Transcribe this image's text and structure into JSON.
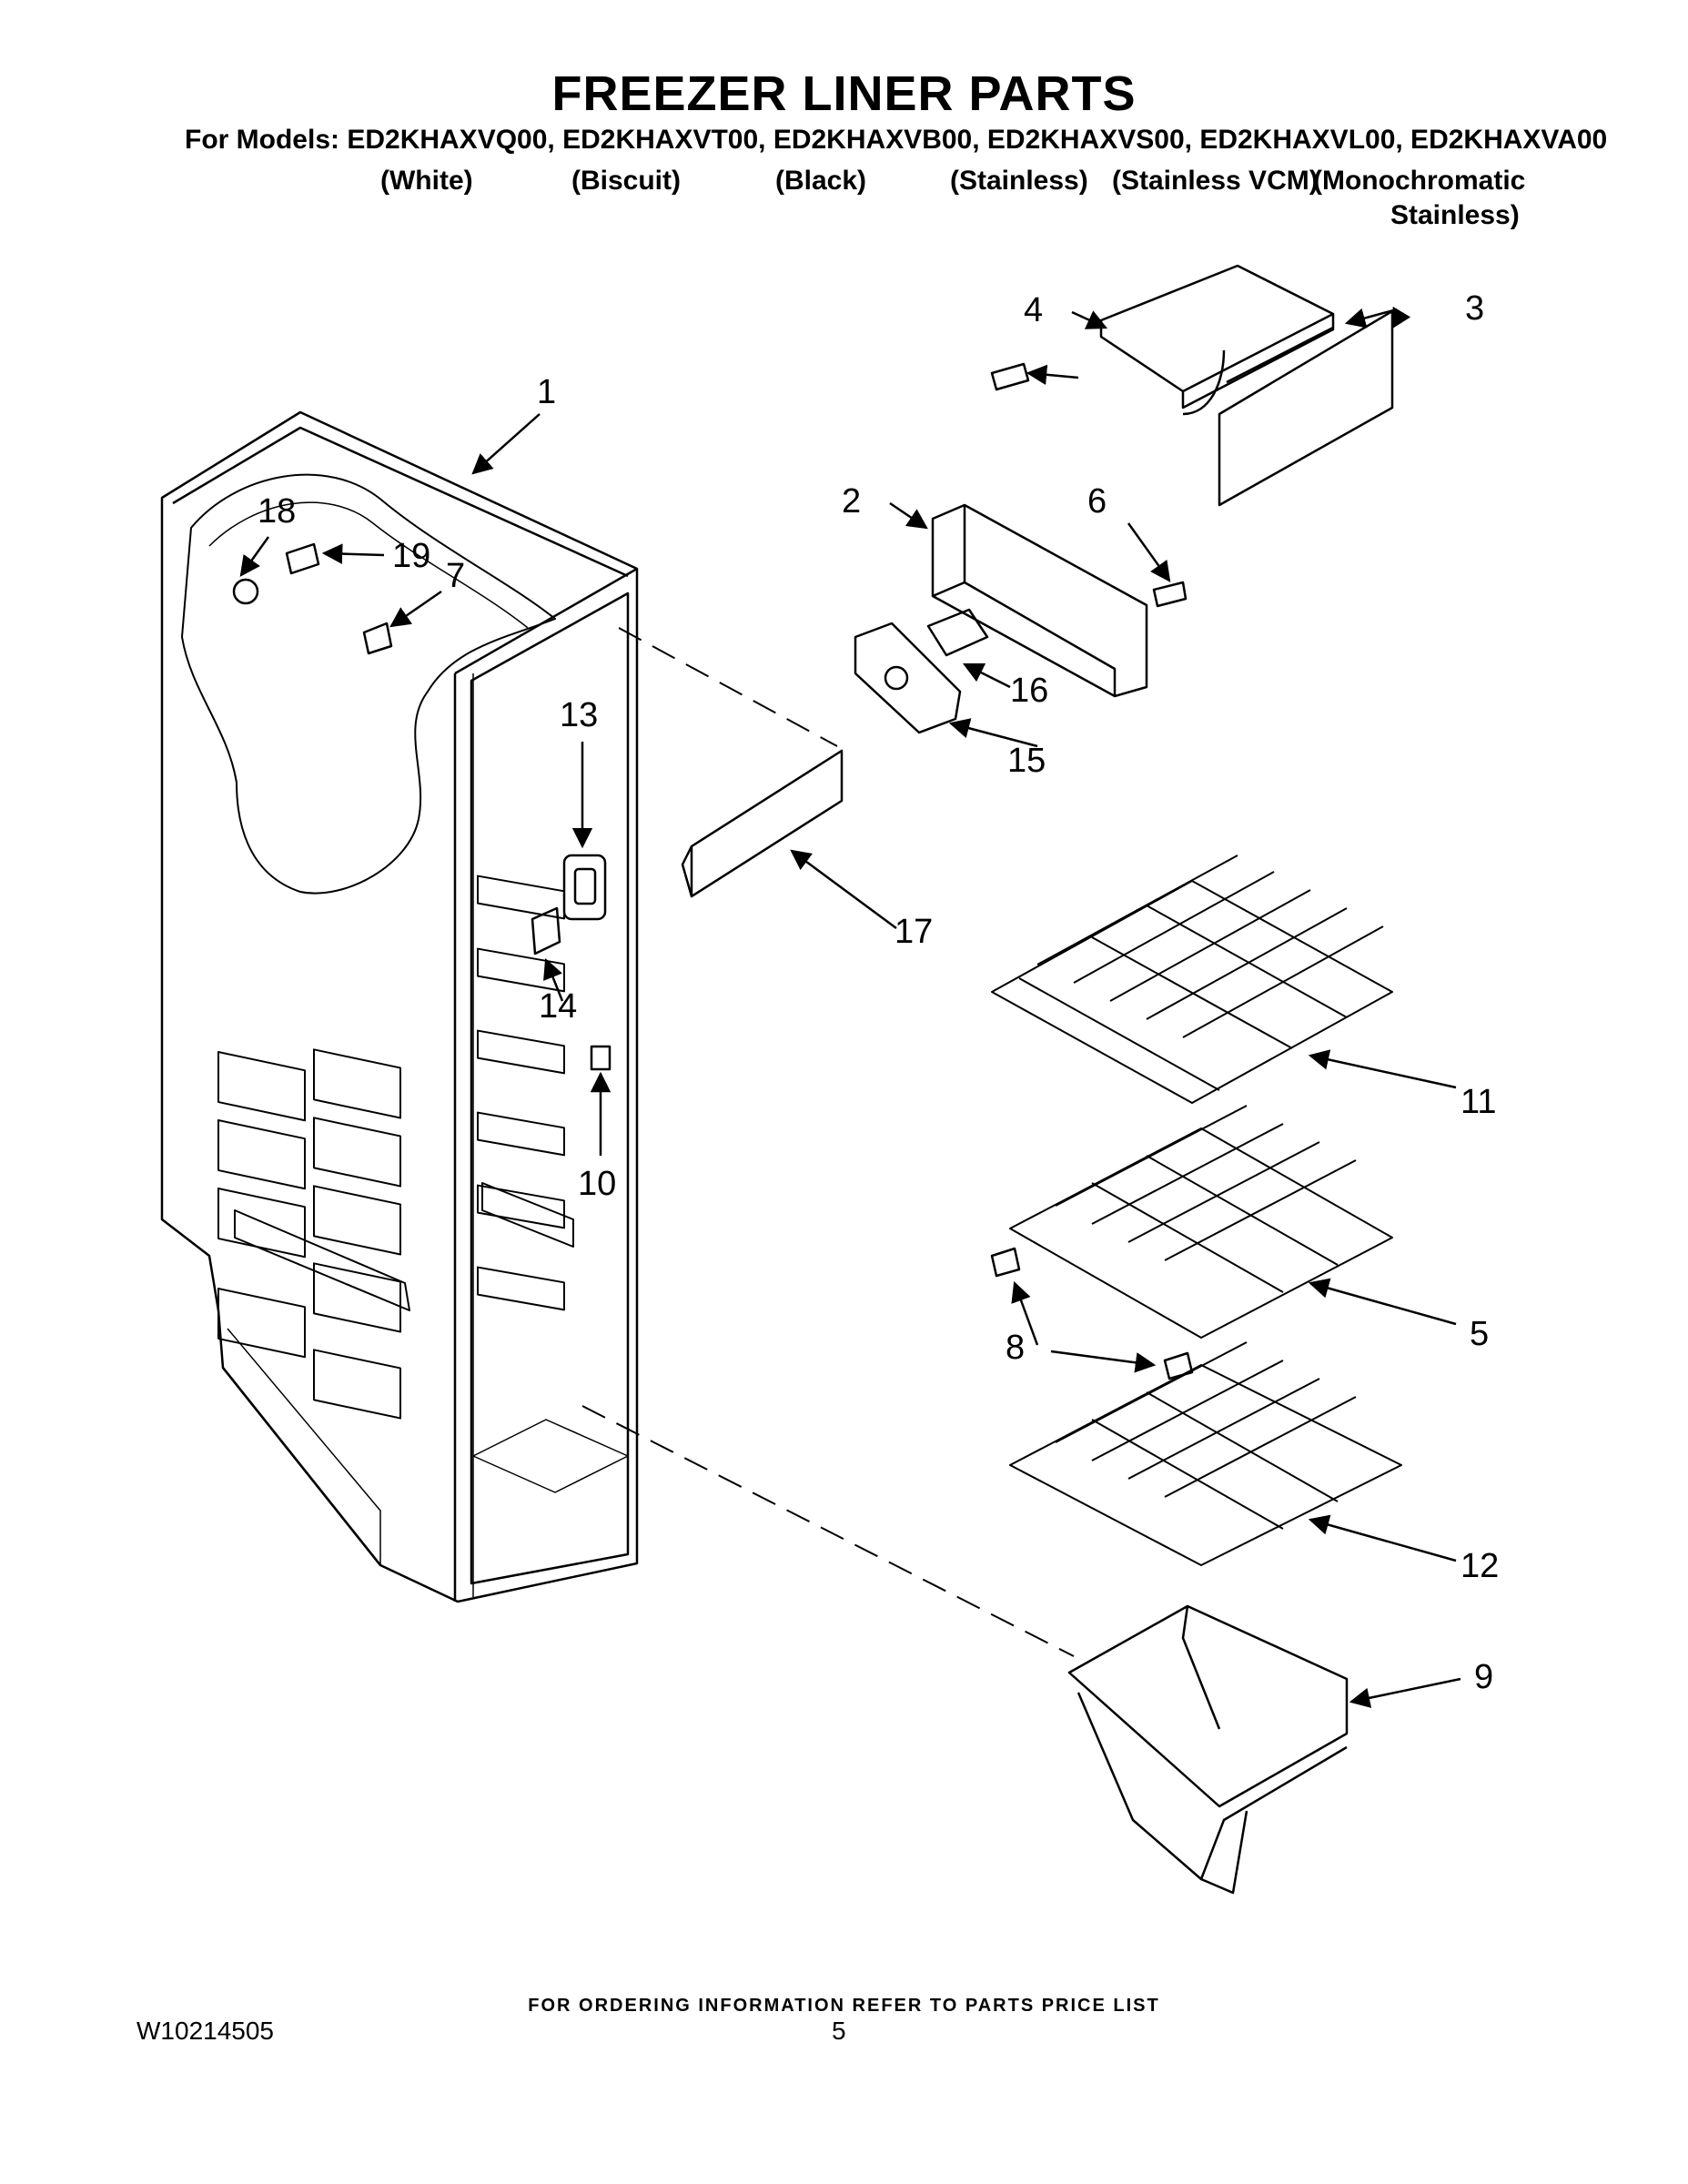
{
  "header": {
    "title": "FREEZER LINER PARTS",
    "models_line": "For Models: ED2KHAXVQ00, ED2KHAXVT00, ED2KHAXVB00, ED2KHAXVS00, ED2KHAXVL00, ED2KHAXVA00",
    "variants": [
      "(White)",
      "(Biscuit)",
      "(Black)",
      "(Stainless)",
      "(Stainless VCM)",
      "(Monochromatic",
      "Stainless)"
    ]
  },
  "callouts": [
    "1",
    "2",
    "3",
    "4",
    "5",
    "6",
    "7",
    "8",
    "9",
    "10",
    "11",
    "12",
    "13",
    "14",
    "15",
    "16",
    "17",
    "18",
    "19"
  ],
  "footer": {
    "ordering_note": "FOR ORDERING INFORMATION REFER TO PARTS PRICE LIST",
    "doc_number": "W10214505",
    "page_number": "5"
  }
}
